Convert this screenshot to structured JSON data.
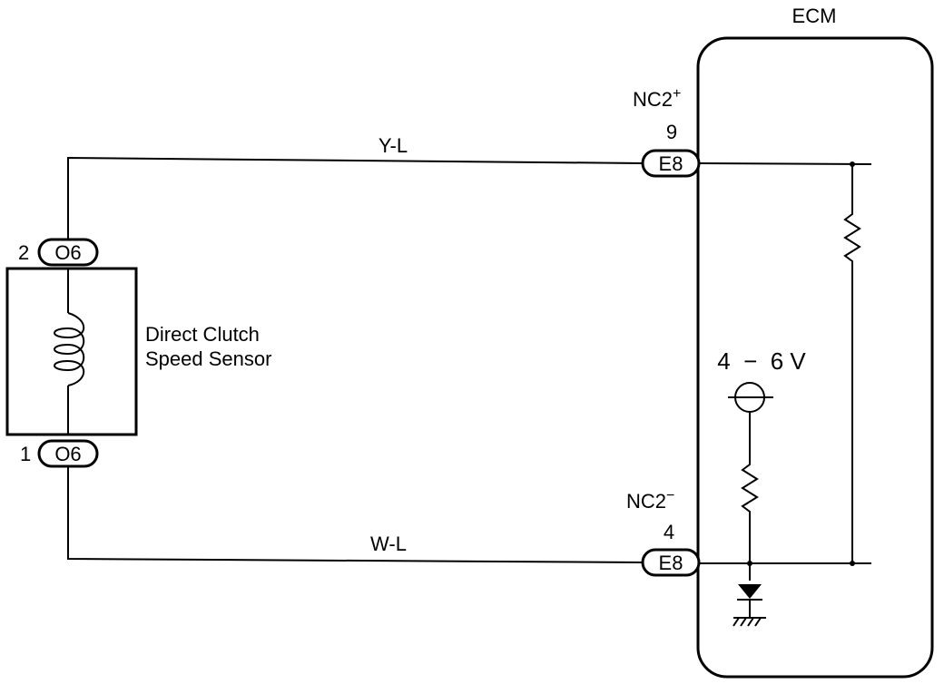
{
  "ecm": {
    "label": "ECM"
  },
  "sensor": {
    "label_line1": "Direct Clutch",
    "label_line2": "Speed Sensor"
  },
  "wires": {
    "top": "Y-L",
    "bottom": "W-L"
  },
  "connectors": {
    "sensor_top": {
      "pin": "2",
      "code": "O6"
    },
    "sensor_bottom": {
      "pin": "1",
      "code": "O6"
    },
    "ecm_top": {
      "pin": "9",
      "code": "E8",
      "terminal": "NC2",
      "polarity": "+"
    },
    "ecm_bottom": {
      "pin": "4",
      "code": "E8",
      "terminal": "NC2",
      "polarity": "−"
    }
  },
  "voltage": {
    "label": "4  −  6 V"
  }
}
